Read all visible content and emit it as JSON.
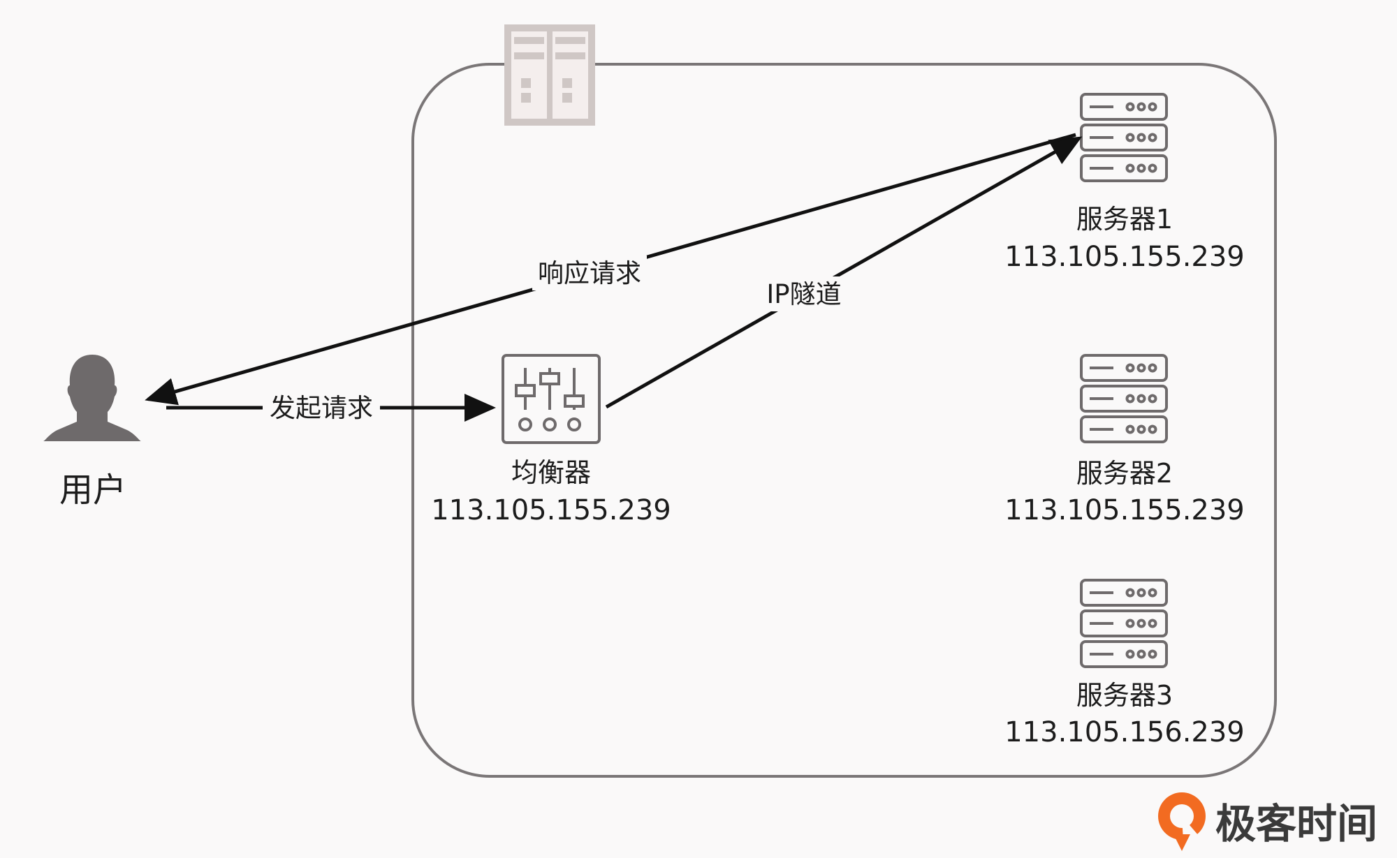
{
  "user": {
    "label": "用户"
  },
  "balancer": {
    "name": "均衡器",
    "ip": "113.105.155.239"
  },
  "servers": [
    {
      "name": "服务器1",
      "ip": "113.105.155.239"
    },
    {
      "name": "服务器2",
      "ip": "113.105.155.239"
    },
    {
      "name": "服务器3",
      "ip": "113.105.156.239"
    }
  ],
  "edges": {
    "request": "发起请求",
    "response": "响应请求",
    "tunnel": "IP隧道"
  },
  "brand": {
    "name": "极客时间",
    "color": "#f26b21"
  },
  "colors": {
    "icon": "#6e6a6b",
    "rack": "#cfc7c5",
    "frame": "#7a7677",
    "edge": "#111111"
  },
  "icons": {
    "user": "user-icon",
    "balancer": "sliders-icon",
    "server": "server-icon",
    "datacenter": "server-rack-icon"
  }
}
